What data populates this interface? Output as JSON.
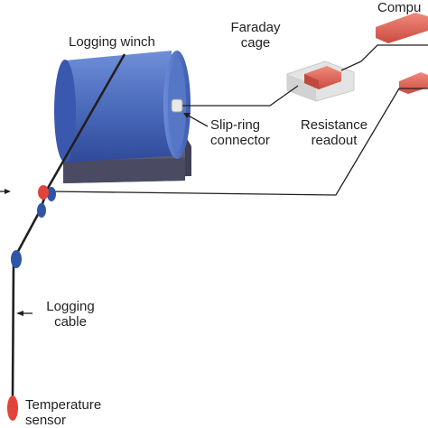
{
  "labels": {
    "logging_winch": "Logging winch",
    "faraday_cage_line1": "Faraday",
    "faraday_cage_line2": "cage",
    "computer": "Compu",
    "slip_ring_line1": "Slip-ring",
    "slip_ring_line2": "connector",
    "resistance_line1": "Resistance",
    "resistance_line2": "readout",
    "logging_cable_line1": "Logging",
    "logging_cable_line2": "cable",
    "temperature_sensor_line1": "Temperature",
    "temperature_sensor_line2": "sensor"
  },
  "colors": {
    "drum_blue": "#4f6fbf",
    "drum_shade": "#2f4a99",
    "base_gray": "#505068",
    "device_red": "#e0665a",
    "sensor_red": "#e0443a",
    "pulley_blue": "#2f55a8",
    "cage_gray": "#d6d6d6",
    "line": "#231f20"
  }
}
